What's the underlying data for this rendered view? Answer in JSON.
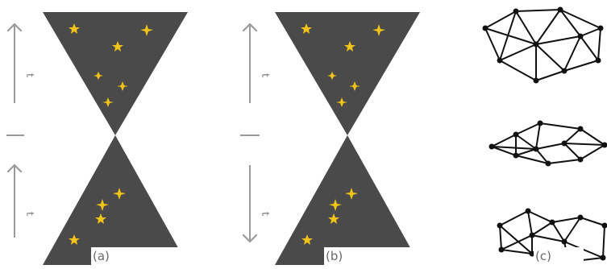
{
  "panels": [
    {
      "label": "(a)",
      "top_arrow": "up",
      "bottom_arrow": "up"
    },
    {
      "label": "(b)",
      "top_arrow": "up",
      "bottom_arrow": "down"
    },
    {
      "label": "(c)"
    }
  ],
  "axis_symbol": "t",
  "colors": {
    "cone": "#4a4a4a",
    "star": "#f2c318",
    "arrow": "#9a9a9a",
    "network": "#111111"
  }
}
